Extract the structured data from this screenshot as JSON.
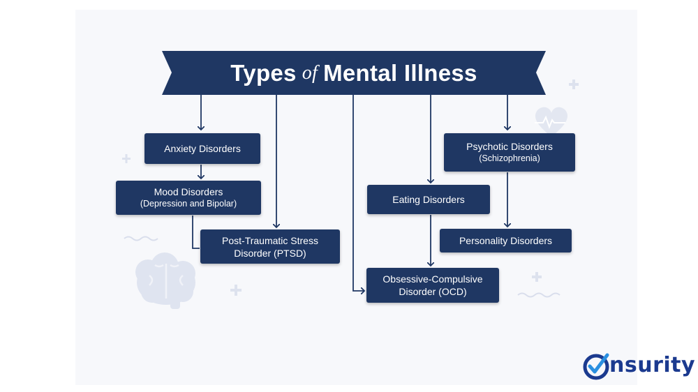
{
  "diagram": {
    "title_main_1": "Types",
    "title_connector": "of",
    "title_main_2": "Mental Illness",
    "nodes": [
      {
        "label": "Anxiety Disorders",
        "sub": ""
      },
      {
        "label": "Mood Disorders",
        "sub": "(Depression and Bipolar)"
      },
      {
        "label": "Post-Traumatic Stress",
        "sub": "Disorder (PTSD)"
      },
      {
        "label": "Eating Disorders",
        "sub": ""
      },
      {
        "label": "Obsessive-Compulsive",
        "sub": "Disorder (OCD)"
      },
      {
        "label": "Psychotic Disorders",
        "sub": "(Schizophrenia)"
      },
      {
        "label": "Personality Disorders",
        "sub": ""
      }
    ]
  },
  "brand": {
    "logo_text": "nsurity",
    "logo_color": "#1b3a8f",
    "check_color": "#2a8fe0"
  },
  "colors": {
    "node_fill": "#1f3763",
    "connector": "#1f3763",
    "decor": "#d9deec"
  }
}
